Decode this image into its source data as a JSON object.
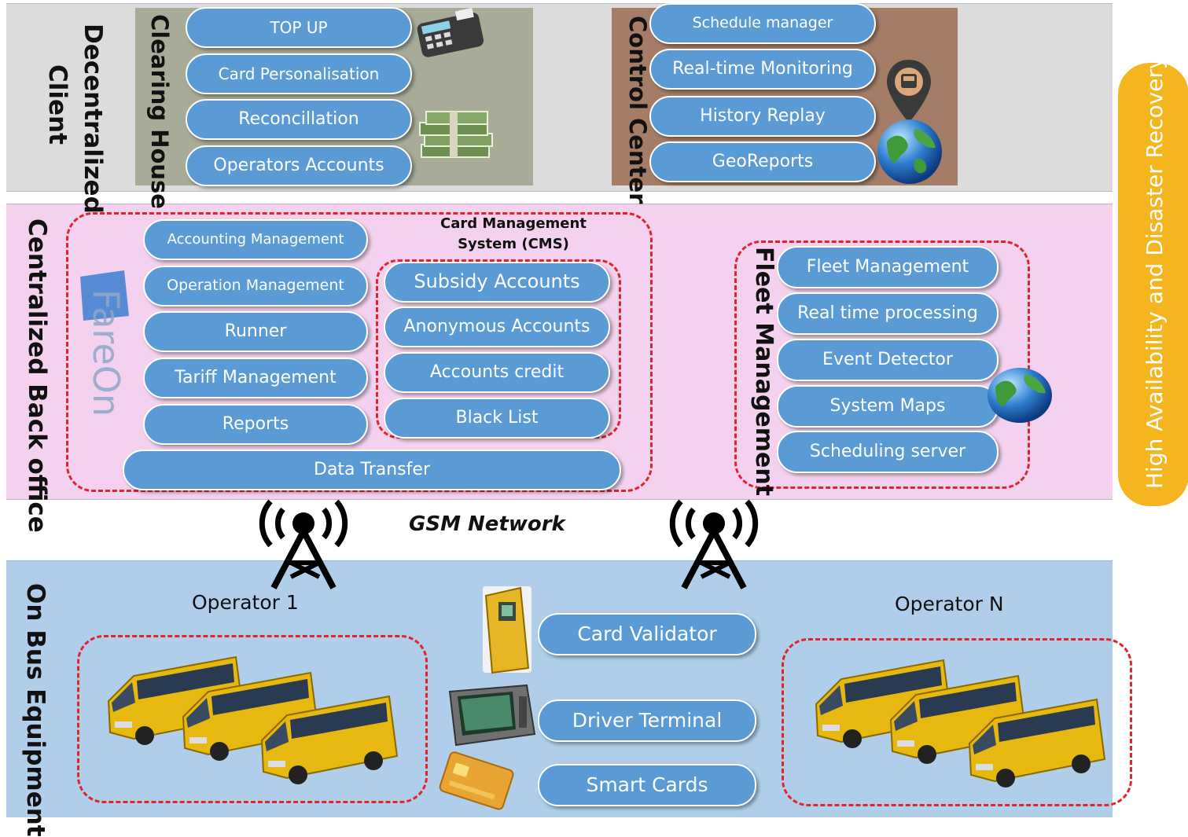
{
  "client": {
    "title_line1": "Decentralized",
    "title_line2": "Client",
    "clearing_house": {
      "title": "Clearing House",
      "items": [
        "TOP UP",
        "Card Personalisation",
        "Reconcillation",
        "Operators Accounts"
      ]
    },
    "control_center": {
      "title": "Control Center",
      "items": [
        "Schedule manager",
        "Real-time Monitoring",
        "History Replay",
        "GeoReports"
      ]
    }
  },
  "back_office": {
    "title": "Centralized Back office",
    "logo_text": "FareOn",
    "left_items": [
      "Accounting Management",
      "Operation Management",
      "Runner",
      "Tariff Management",
      "Reports"
    ],
    "cms": {
      "title_line1": "Card Management",
      "title_line2": "System (CMS)",
      "items": [
        "Subsidy Accounts",
        "Anonymous Accounts",
        "Accounts credit",
        "Black List"
      ]
    },
    "data_transfer": "Data Transfer",
    "fleet": {
      "title": "Fleet Management",
      "items": [
        "Fleet Management",
        "Real time processing",
        "Event Detector",
        "System Maps",
        "Scheduling server"
      ]
    }
  },
  "side_banner": "High Availability and Disaster Recovery",
  "network": {
    "label": "GSM Network"
  },
  "on_bus": {
    "title": "On Bus Equipment",
    "operator_1": "Operator 1",
    "operator_n": "Operator N",
    "devices": [
      "Card Validator",
      "Driver Terminal",
      "Smart Cards"
    ]
  },
  "colors": {
    "pill": "#5b9bd5",
    "dash": "#e0242a",
    "banner": "#f5b51e",
    "client_band": "#dcdcdc",
    "back_band": "#f4d2ef",
    "bus_band": "#b0cee9"
  }
}
